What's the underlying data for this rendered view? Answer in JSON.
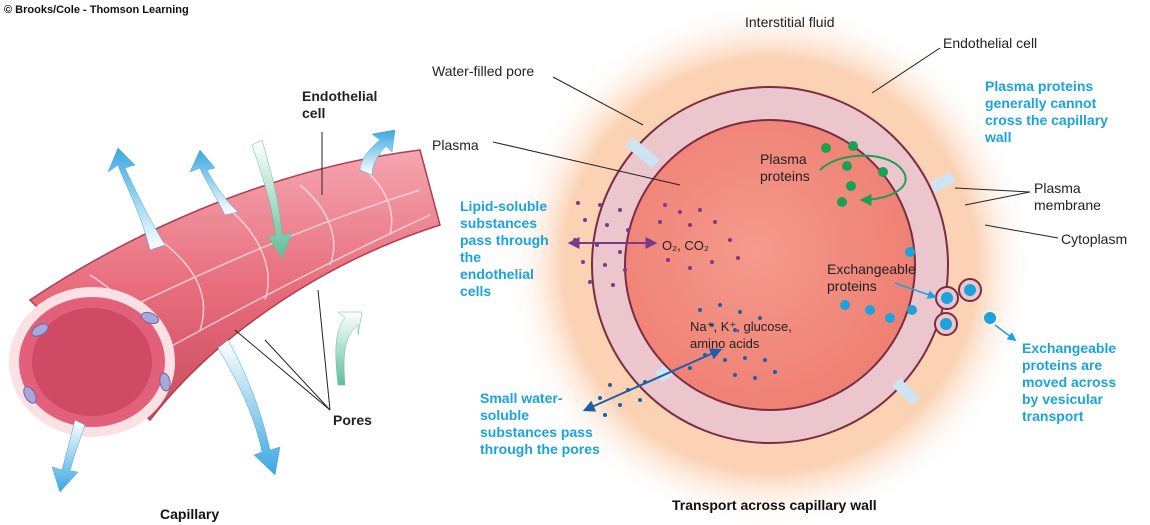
{
  "copyright": "© Brooks/Cole - Thomson Learning",
  "left": {
    "caption": "Capillary",
    "endothelial_line1": "Endothelial",
    "endothelial_line2": "cell",
    "pores": "Pores"
  },
  "right": {
    "caption": "Transport across capillary wall",
    "interstitial_fluid": "Interstitial fluid",
    "endothelial_cell": "Endothelial cell",
    "water_filled_pore": "Water-filled pore",
    "plasma": "Plasma",
    "plasma_proteins_line1": "Plasma",
    "plasma_proteins_line2": "proteins",
    "plasma_membrane_line1": "Plasma",
    "plasma_membrane_line2": "membrane",
    "cytoplasm": "Cytoplasm",
    "exchangeable_proteins_line1": "Exchangeable",
    "exchangeable_proteins_line2": "proteins",
    "gases": "O₂, CO₂",
    "solutes_line1": "Na⁺, K⁺, glucose,",
    "solutes_line2": "amino acids",
    "note_plasma_proteins": [
      "Plasma proteins",
      "generally cannot",
      "cross the capillary",
      "wall"
    ],
    "note_lipid": [
      "Lipid-soluble",
      "substances",
      "pass through",
      "the",
      "endothelial",
      "cells"
    ],
    "note_small_water": [
      "Small water-",
      "soluble",
      "substances pass",
      "through the pores"
    ],
    "note_vesicular": [
      "Exchangeable",
      "proteins are",
      "moved across",
      "by vesicular",
      "transport"
    ]
  },
  "colors": {
    "accent_blue": "#1aa3dd",
    "capillary_pink": "#e8737f",
    "plasma_salmon": "#f08878",
    "cell_wall": "#f0cdd3",
    "green_dot": "#1aa050",
    "purple_dot": "#7a3a8c",
    "blue_dot": "#1f5fa8"
  }
}
